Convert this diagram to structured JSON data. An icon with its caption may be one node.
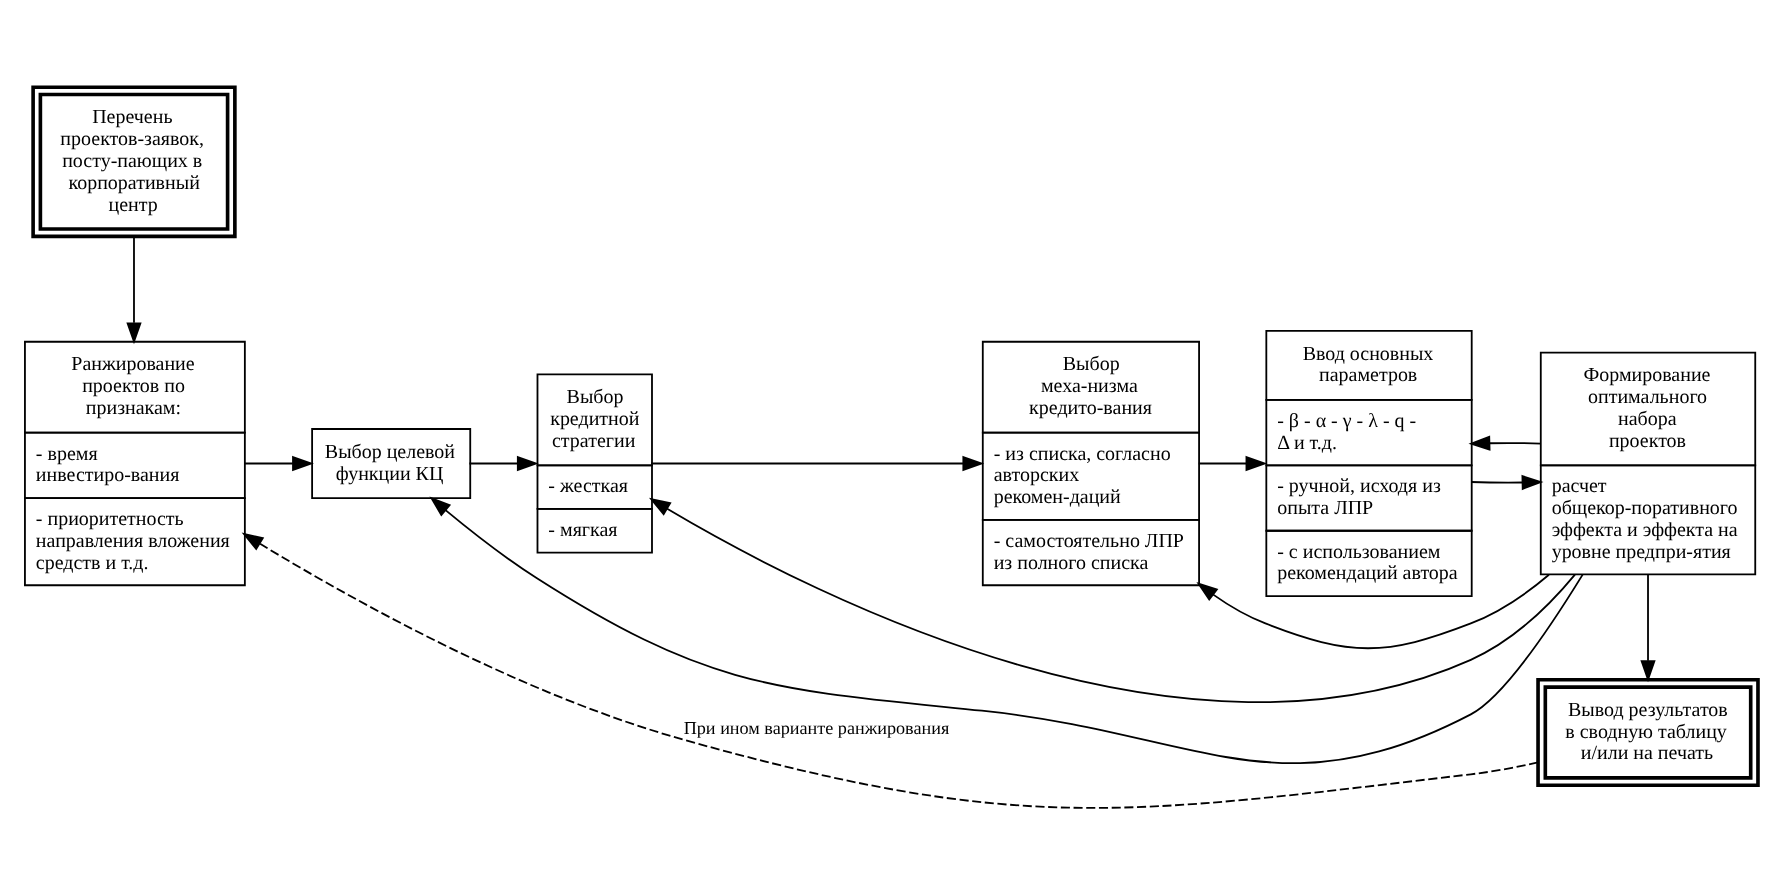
{
  "diagram": {
    "nodes": [
      {
        "text": [
          "Перечень проектов-заявок, посту-пающих в корпоративный центр"
        ]
      },
      {
        "text": [
          "Ранжирование проектов по признакам:",
          "- время инвестиро-вания",
          "- приоритетность направления вложения средств и т.д."
        ]
      },
      {
        "text": [
          "Выбор целевой функции КЦ"
        ]
      },
      {
        "text": [
          "Выбор кредитной стратегии",
          "- жесткая",
          "- мягкая"
        ]
      },
      {
        "text": [
          "Выбор меха-низма кредито-вания",
          "- из списка, согласно авторских рекомен-даций",
          "- самостоятельно ЛПР из полного списка"
        ]
      },
      {
        "text": [
          "Ввод основных параметров",
          "- β - α - γ - λ - q - Δ и т.д.",
          "- ручной, исходя из опыта ЛПР",
          "- с использованием рекомендаций автора"
        ]
      },
      {
        "text": [
          "Формирование оптимального набора проектов",
          "расчет общекор-поративного эффекта и эффекта на уровне предпри-ятия"
        ]
      },
      {
        "text": [
          "Вывод результатов в сводную таблицу и/или на печать"
        ]
      }
    ],
    "edges": [
      {
        "from": 0,
        "to": 1,
        "arrow": "to"
      },
      {
        "from": 1,
        "to": 2,
        "arrow": "to"
      },
      {
        "from": 2,
        "to": 3,
        "arrow": "to"
      },
      {
        "from": 3,
        "to": 4,
        "arrow": "to"
      },
      {
        "from": 4,
        "to": 5,
        "arrow": "to"
      },
      {
        "from": 5,
        "to": 6,
        "arrow": "to"
      },
      {
        "from": 6,
        "to": 2,
        "arrow": "to"
      },
      {
        "from": 6,
        "to": 3,
        "arrow": "to"
      },
      {
        "from": 6,
        "to": 4,
        "arrow": "to"
      },
      {
        "from": 6,
        "to": 5,
        "arrow": "to"
      },
      {
        "from": 6,
        "to": 7,
        "arrow": "to"
      },
      {
        "from": 7,
        "to": 1,
        "arrow": "to",
        "style": "dashed",
        "label": "При ином варианте ранжирования"
      }
    ]
  }
}
